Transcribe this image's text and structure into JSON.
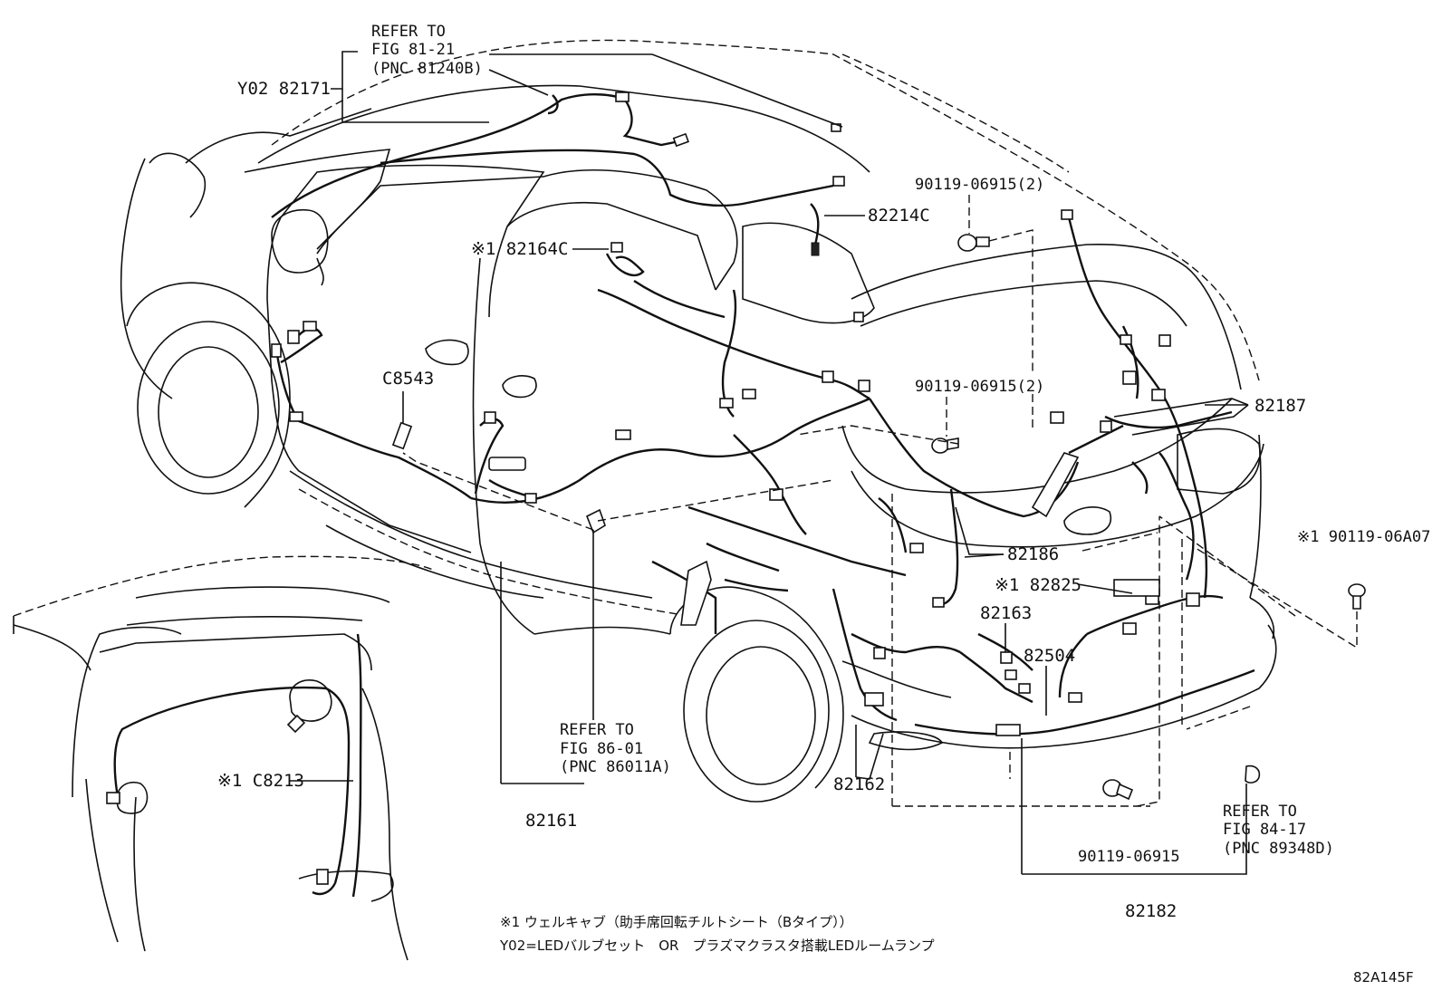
{
  "diagram": {
    "part_labels": {
      "p82171": "Y02 82171",
      "p82214c": "82214C",
      "p82164c": "※1 82164C",
      "pc8543": "C8543",
      "p90119_top": "90119-06915(2)",
      "p90119_mid": "90119-06915(2)",
      "p82187": "82187",
      "p90119_06a07": "※1 90119-06A07",
      "p82186": "82186",
      "p82825": "※1 82825",
      "p82163": "82163",
      "p82504": "82504",
      "p82162": "82162",
      "p82161": "82161",
      "p90119_bottom": "90119-06915",
      "p82182": "82182",
      "pc8213": "※1 C8213"
    },
    "references": {
      "ref1": {
        "line1": "REFER TO",
        "line2": "FIG 81-21",
        "line3": "(PNC 81240B)"
      },
      "ref2": {
        "line1": "REFER TO",
        "line2": "FIG 86-01",
        "line3": "(PNC 86011A)"
      },
      "ref3": {
        "line1": "REFER TO",
        "line2": "FIG 84-17",
        "line3": "(PNC 89348D)"
      }
    },
    "notes": {
      "note1": "※1 ウェルキャブ（助手席回転チルトシート（Bタイプ））",
      "note2": "Y02=LEDバルブセット　OR　プラズマクラスタ搭載LEDルームランプ"
    },
    "figure_code": "82A145F"
  }
}
